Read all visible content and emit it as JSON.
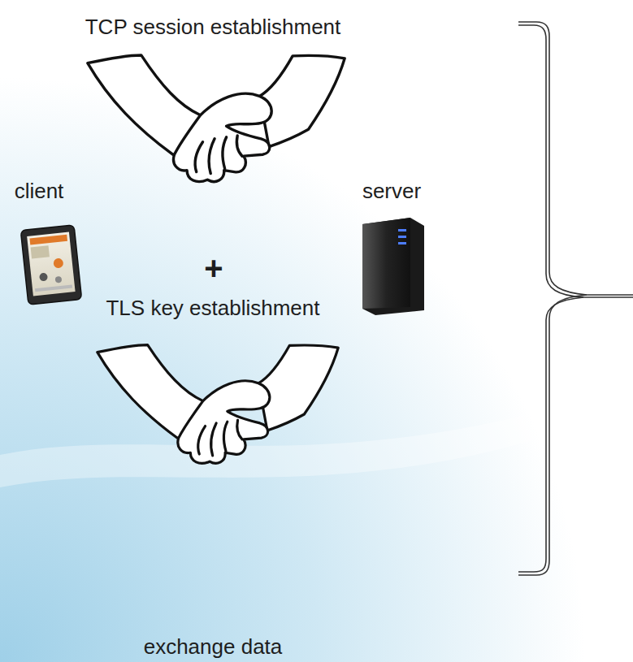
{
  "diagram": {
    "labels": [
      "TCP session establishment",
      "client",
      "server",
      "+",
      "TLS key establishment",
      "exchange data"
    ]
  }
}
